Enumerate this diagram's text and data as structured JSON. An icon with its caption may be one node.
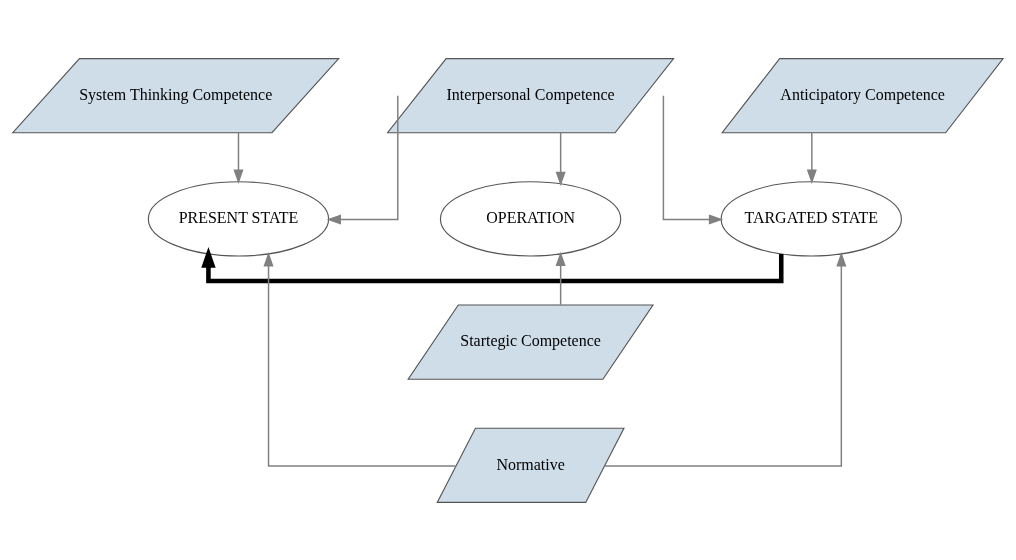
{
  "diagram": {
    "nodes": [
      {
        "text": [
          "System Thinking Competence"
        ]
      },
      {
        "text": [
          "Interpersonal Competence"
        ]
      },
      {
        "text": [
          "Anticipatory Competence"
        ]
      },
      {
        "text": [
          "PRESENT STATE"
        ]
      },
      {
        "text": [
          "OPERATION"
        ]
      },
      {
        "text": [
          "TARGATED STATE"
        ]
      },
      {
        "text": [
          "Startegic Competence"
        ]
      },
      {
        "text": [
          "Normative"
        ]
      }
    ],
    "edges": [
      {
        "from": 0,
        "to": 3,
        "arrow": "to"
      },
      {
        "from": 1,
        "to": 4,
        "arrow": "to"
      },
      {
        "from": 1,
        "to": 3,
        "arrow": "to"
      },
      {
        "from": 1,
        "to": 5,
        "arrow": "to"
      },
      {
        "from": 2,
        "to": 5,
        "arrow": "to"
      },
      {
        "from": 5,
        "to": 3,
        "arrow": "to",
        "style": "thick",
        "color": "#000000"
      },
      {
        "from": 6,
        "to": 4,
        "arrow": "to"
      },
      {
        "from": 7,
        "to": 3,
        "arrow": "to"
      },
      {
        "from": 7,
        "to": 5,
        "arrow": "to"
      }
    ]
  }
}
